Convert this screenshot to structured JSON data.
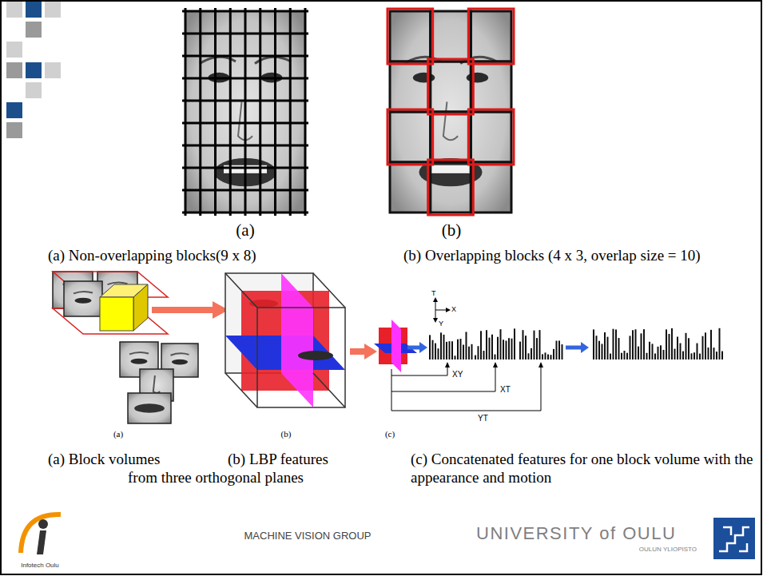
{
  "diagram": {
    "labels": [
      "(a)",
      "(b)",
      "(a) Non-overlapping blocks(9 x 8)",
      "(b) Overlapping blocks (4 x 3, overlap size = 10)",
      "T",
      "X",
      "Y",
      "XY",
      "XT",
      "YT",
      "(a)",
      "(b)",
      "(c)",
      "(a) Block volumes",
      "(b) LBP features from three orthogonal planes",
      "(c) Concatenated features for one block volume with the appearance and motion",
      "Infotech Oulu",
      "MACHINE VISION GROUP",
      "UNIVERSITY of OULU",
      "OULUN YLIOPISTO"
    ]
  }
}
